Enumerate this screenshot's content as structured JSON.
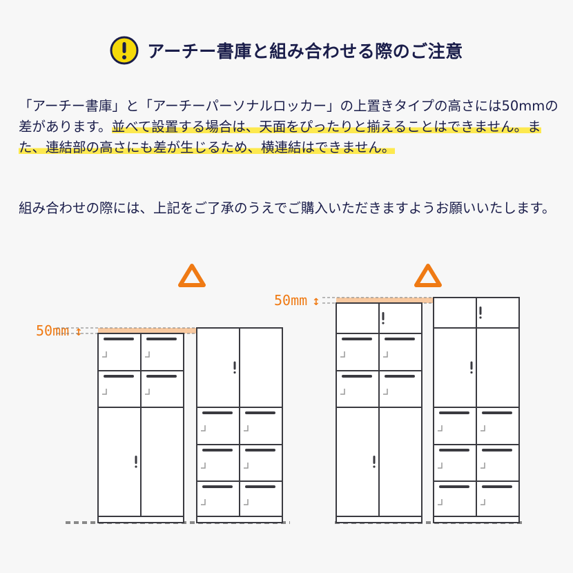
{
  "title": {
    "icon": "warning-exclamation-icon",
    "text": "アーチー書庫と組み合わせる際のご注意"
  },
  "paragraph1": {
    "plain": "「アーチー書庫」と「アーチーパーソナルロッカー」の上置きタイプの高さには50mmの差があります。",
    "highlight": "並べて設置する場合は、天面をぴったりと揃えることはできません。また、連結部の高さにも差が生じるため、横連結はできません。"
  },
  "paragraph2": "組み合わせの際には、上記をご了承のうえでご購入いただきますようお願いいたします。",
  "diagrams": [
    {
      "rating_icon": "triangle-icon",
      "difference_label": "50mm"
    },
    {
      "rating_icon": "triangle-icon",
      "difference_label": "50mm"
    }
  ],
  "colors": {
    "accent": "#ef7a14",
    "highlight": "#fde94f",
    "band": "#f8c9a0",
    "text": "#1a1d4a",
    "outline": "#3a3a40",
    "warning": "#f5d90a"
  }
}
